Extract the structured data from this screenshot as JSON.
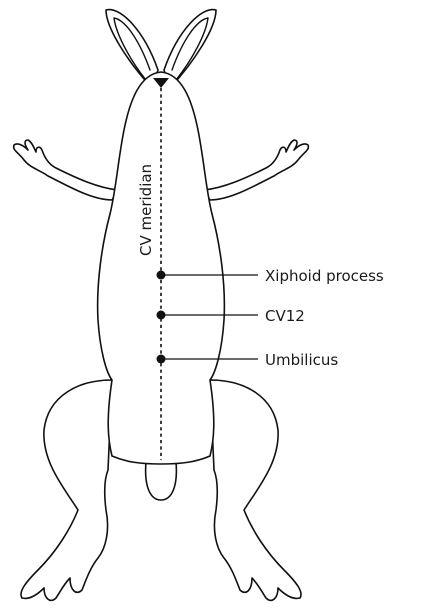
{
  "diagram": {
    "meridian_label": "CV meridian",
    "points": [
      {
        "label": "Xiphoid process"
      },
      {
        "label": "CV12"
      },
      {
        "label": "Umbilicus"
      }
    ]
  }
}
